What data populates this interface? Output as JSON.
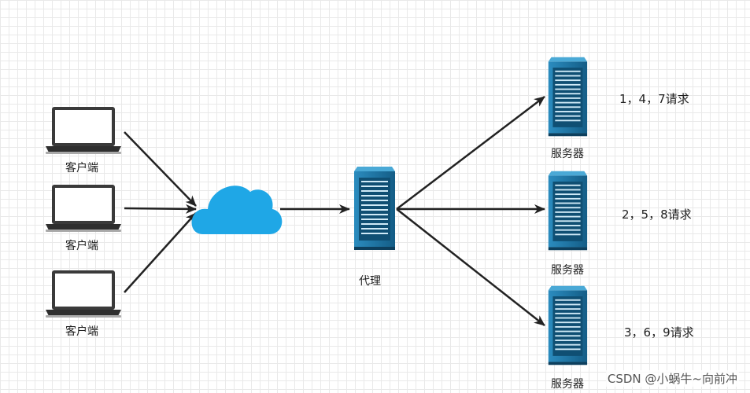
{
  "clients": [
    {
      "label": "客户端"
    },
    {
      "label": "客户端"
    },
    {
      "label": "客户端"
    }
  ],
  "proxy": {
    "label": "代理"
  },
  "servers": [
    {
      "label": "服务器",
      "request_note": "1，4，7请求"
    },
    {
      "label": "服务器",
      "request_note": "2，5，8请求"
    },
    {
      "label": "服务器",
      "request_note": "3，6，9请求"
    }
  ],
  "cloud_icon": "cloud-icon",
  "colors": {
    "cloud": "#1fa7e6",
    "server": "#1b6f9a",
    "server_dark": "#0f4f73",
    "arrow": "#222222"
  },
  "watermark": "CSDN @小蜗牛~向前冲"
}
